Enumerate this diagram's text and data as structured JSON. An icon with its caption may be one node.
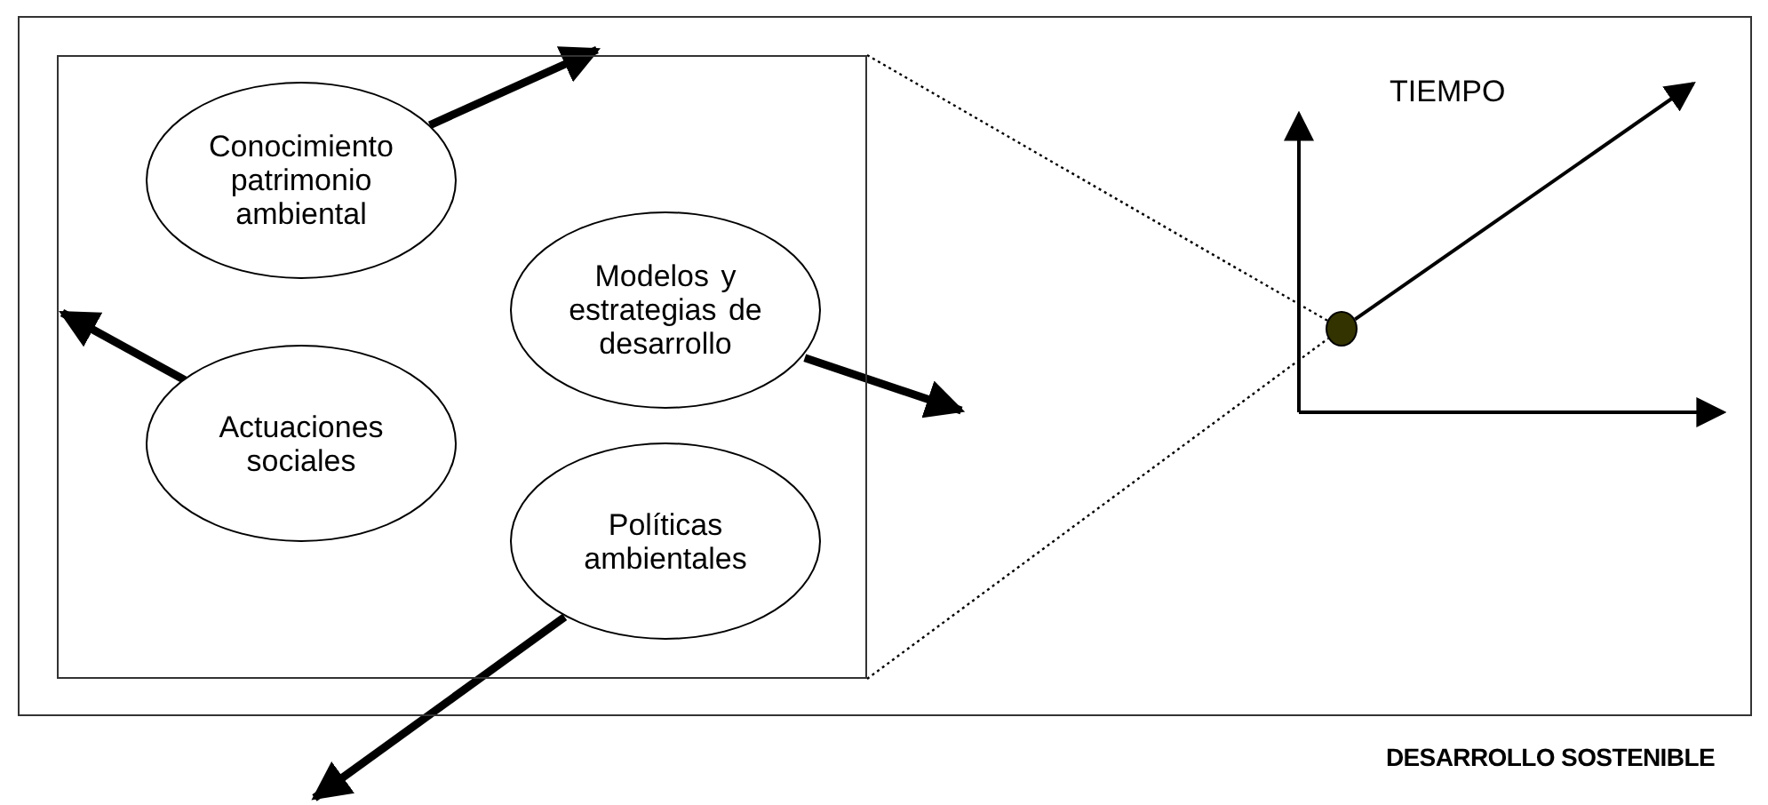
{
  "diagram": {
    "nodes": [
      {
        "text": [
          "DESARROLLO SOSTENIBLE"
        ]
      },
      {
        "text": [],
        "shape": "box",
        "in": 0
      },
      {
        "text": [
          "Conocimiento patrimonio ambiental"
        ],
        "in": 1
      },
      {
        "text": [
          "Modelos y estrategias de desarrollo"
        ],
        "in": 1
      },
      {
        "text": [
          "Actuaciones sociales"
        ],
        "in": 1
      },
      {
        "text": [
          "Políticas ambientales"
        ],
        "in": 1
      },
      {
        "text": [],
        "shape": "circle",
        "in": 0
      }
    ],
    "edges": [
      {
        "from": 2,
        "to": null,
        "arrow": "to"
      },
      {
        "from": 3,
        "to": null,
        "arrow": "to"
      },
      {
        "from": 4,
        "to": null,
        "arrow": "to"
      },
      {
        "from": 5,
        "to": null,
        "arrow": "to"
      },
      {
        "from": 6,
        "to": null,
        "arrow": "to"
      },
      {
        "from": 1,
        "to": 6,
        "arrow": "none",
        "style": "dashed"
      },
      {
        "from": 1,
        "to": 6,
        "arrow": "none",
        "style": "dashed"
      }
    ],
    "labels": [
      "TIEMPO"
    ]
  }
}
